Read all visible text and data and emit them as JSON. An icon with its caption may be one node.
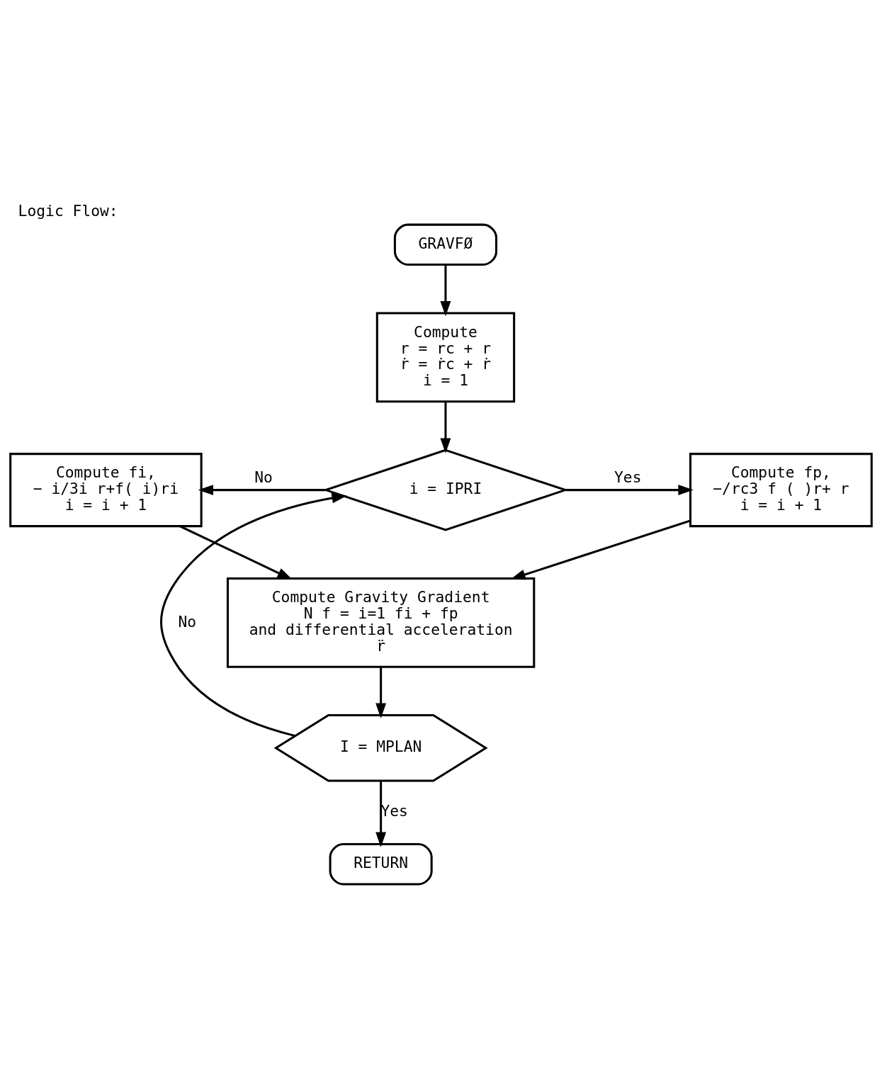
{
  "diagram": {
    "title": "Logic Flow:",
    "nodes": [
      {
        "text": [
          "GRAVFØ"
        ]
      },
      {
        "text": [
          "Compute",
          "r = rc + r",
          "ṙ = ṙc + ṙ",
          "i = 1"
        ]
      },
      {
        "text": [
          "i = IPRI"
        ]
      },
      {
        "text": [
          "Compute fi,",
          "− i/3i r+f( i)ri",
          "i = i + 1"
        ]
      },
      {
        "text": [
          "Compute fp,",
          "−/rc3 f ( )r+ r",
          "i = i + 1"
        ]
      },
      {
        "text": [
          "Compute Gravity Gradient",
          "N f = i=1 fi + fp",
          "and differential acceleration",
          "r̈"
        ]
      },
      {
        "text": [
          "I = MPLAN"
        ]
      },
      {
        "text": [
          "RETURN"
        ]
      }
    ],
    "edges": [
      {
        "from": 0,
        "to": 1,
        "arrow": "to"
      },
      {
        "from": 1,
        "to": 2,
        "arrow": "to"
      },
      {
        "from": 2,
        "to": 3,
        "label": "No",
        "arrow": "to"
      },
      {
        "from": 2,
        "to": 4,
        "label": "Yes",
        "arrow": "to"
      },
      {
        "from": 3,
        "to": 5,
        "arrow": "to"
      },
      {
        "from": 4,
        "to": 5,
        "arrow": "to"
      },
      {
        "from": 5,
        "to": 6,
        "arrow": "to"
      },
      {
        "from": 6,
        "to": 2,
        "label": "No",
        "arrow": "to"
      },
      {
        "from": 6,
        "to": 7,
        "label": "Yes",
        "arrow": "to"
      }
    ]
  }
}
